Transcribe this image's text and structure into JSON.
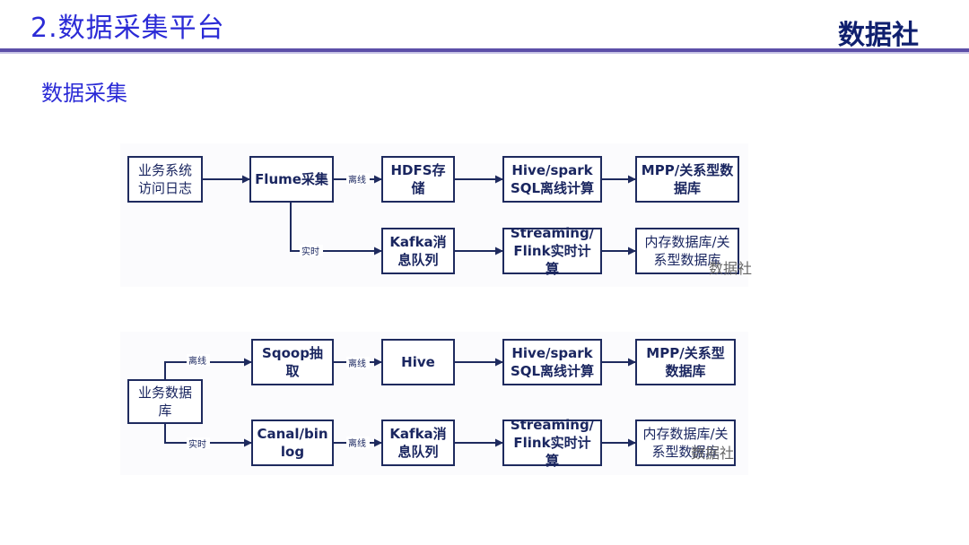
{
  "header": {
    "title": "2.数据采集平台",
    "brand": "数据社"
  },
  "section": {
    "title": "数据采集"
  },
  "diagram1": {
    "nodes": {
      "source": "业务系统访问日志",
      "flume": "Flume采集",
      "hdfs": "HDFS存储",
      "hive_spark": "Hive/sparkSQL离线计算",
      "mpp": "MPP/关系型数据库",
      "kafka": "Kafka消息队列",
      "streaming": "Streaming/Flink实时计算",
      "memdb": "内存数据库/关系型数据库"
    },
    "edge_labels": {
      "offline": "离线",
      "realtime": "实时"
    },
    "watermark": "数据社"
  },
  "diagram2": {
    "nodes": {
      "source": "业务数据库",
      "sqoop": "Sqoop抽取",
      "hive": "Hive",
      "hive_spark": "Hive/sparkSQL离线计算",
      "mpp": "MPP/关系型数据库",
      "canal": "Canal/binlog",
      "kafka": "Kafka消息队列",
      "streaming": "Streaming/Flink实时计算",
      "memdb": "内存数据库/关系型数据库"
    },
    "edge_labels": {
      "offline_top": "离线",
      "realtime": "实时",
      "offline_mid": "离线",
      "offline_low": "离线"
    },
    "watermark": "数据社"
  }
}
